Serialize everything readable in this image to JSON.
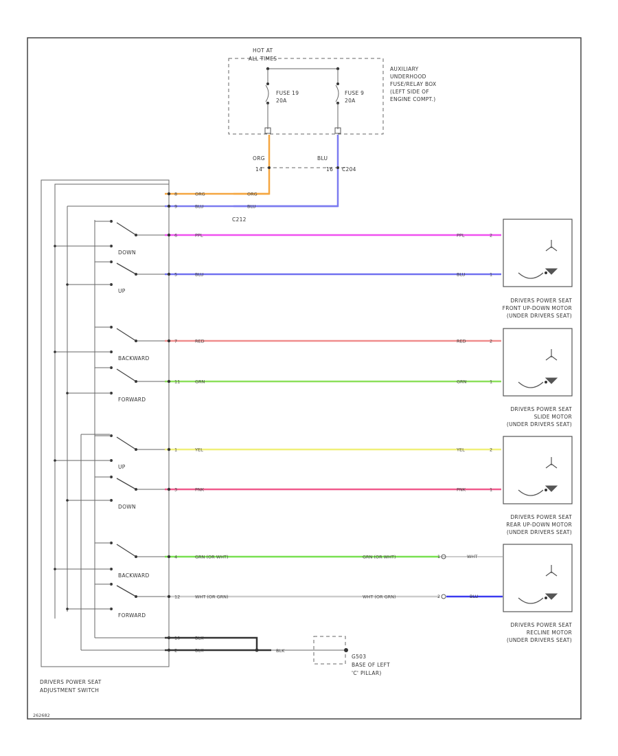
{
  "fuse_box": {
    "header": [
      "HOT AT",
      "ALL TIMES"
    ],
    "label": [
      "AUXILIARY",
      "UNDERHOOD",
      "FUSE/RELAY BOX",
      "(LEFT SIDE OF",
      "ENGINE COMPT.)"
    ],
    "fuse_a": [
      "FUSE 19",
      "20A"
    ],
    "fuse_b": [
      "FUSE 9",
      "20A"
    ]
  },
  "junction": {
    "wire_a": "ORG",
    "wire_b": "BLU",
    "pin_a": "14",
    "pin_b": "16",
    "connector_code": "C204",
    "lower_connector": "C212"
  },
  "switch": {
    "label": [
      "DRIVERS POWER SEAT",
      "ADJUSTMENT SWITCH"
    ],
    "positions": [
      "DOWN",
      "UP",
      "BACKWARD",
      "FORWARD",
      "UP",
      "DOWN",
      "BACKWARD",
      "FORWARD"
    ]
  },
  "wires": [
    {
      "pin": "8",
      "color_name": "ORG",
      "end_label": "ORG",
      "color": "#f5a640"
    },
    {
      "pin": "9",
      "color_name": "BLU",
      "end_label": "BLU",
      "color": "#7b7bf0"
    },
    {
      "pin": "6",
      "color_name": "PPL",
      "end_label": "PPL",
      "color": "#f050f0"
    },
    {
      "pin": "5",
      "color_name": "BLU",
      "end_label": "BLU",
      "color": "#7070f0"
    },
    {
      "pin": "7",
      "color_name": "RED",
      "end_label": "RED",
      "color": "#f08c8c"
    },
    {
      "pin": "11",
      "color_name": "GRN",
      "end_label": "GRN",
      "color": "#8ce05a"
    },
    {
      "pin": "1",
      "color_name": "YEL",
      "end_label": "YEL",
      "color": "#f0f078"
    },
    {
      "pin": "3",
      "color_name": "PNK",
      "end_label": "PNK",
      "color": "#f05a8c"
    },
    {
      "pin": "4",
      "color_name": "GRN (OR WHT)",
      "end_label": "GRN (OR WHT)",
      "color": "#78e050"
    },
    {
      "pin": "12",
      "color_name": "WHT (OR GRN)",
      "end_label": "WHT (OR GRN)",
      "color": "#cccccc"
    }
  ],
  "recline_connector": {
    "pin_a": "1",
    "wire_a": "WHT",
    "pin_b": "2",
    "wire_b": "BLU",
    "wire_b_color": "#3a3af0"
  },
  "ground_wires": [
    {
      "pin": "10",
      "color_name": "BLK"
    },
    {
      "pin": "2",
      "color_name": "BLK"
    }
  ],
  "ground": {
    "wire": "BLK",
    "id": "G503",
    "label": [
      "BASE OF LEFT",
      "'C' PILLAR)"
    ]
  },
  "motors": [
    {
      "label": [
        "DRIVERS POWER SEAT",
        "FRONT UP-DOWN MOTOR",
        "(UNDER DRIVERS SEAT)"
      ],
      "pin_top": "2",
      "pin_bottom": "1"
    },
    {
      "label": [
        "DRIVERS POWER SEAT",
        "SLIDE MOTOR",
        "(UNDER DRIVERS SEAT)"
      ],
      "pin_top": "2",
      "pin_bottom": "1"
    },
    {
      "label": [
        "DRIVERS POWER SEAT",
        "REAR UP-DOWN MOTOR",
        "(UNDER DRIVERS SEAT)"
      ],
      "pin_top": "2",
      "pin_bottom": "1"
    },
    {
      "label": [
        "DRIVERS POWER SEAT",
        "RECLINE MOTOR",
        "(UNDER DRIVERS SEAT)"
      ],
      "pin_top": "",
      "pin_bottom": ""
    }
  ],
  "figure_id": "262682"
}
